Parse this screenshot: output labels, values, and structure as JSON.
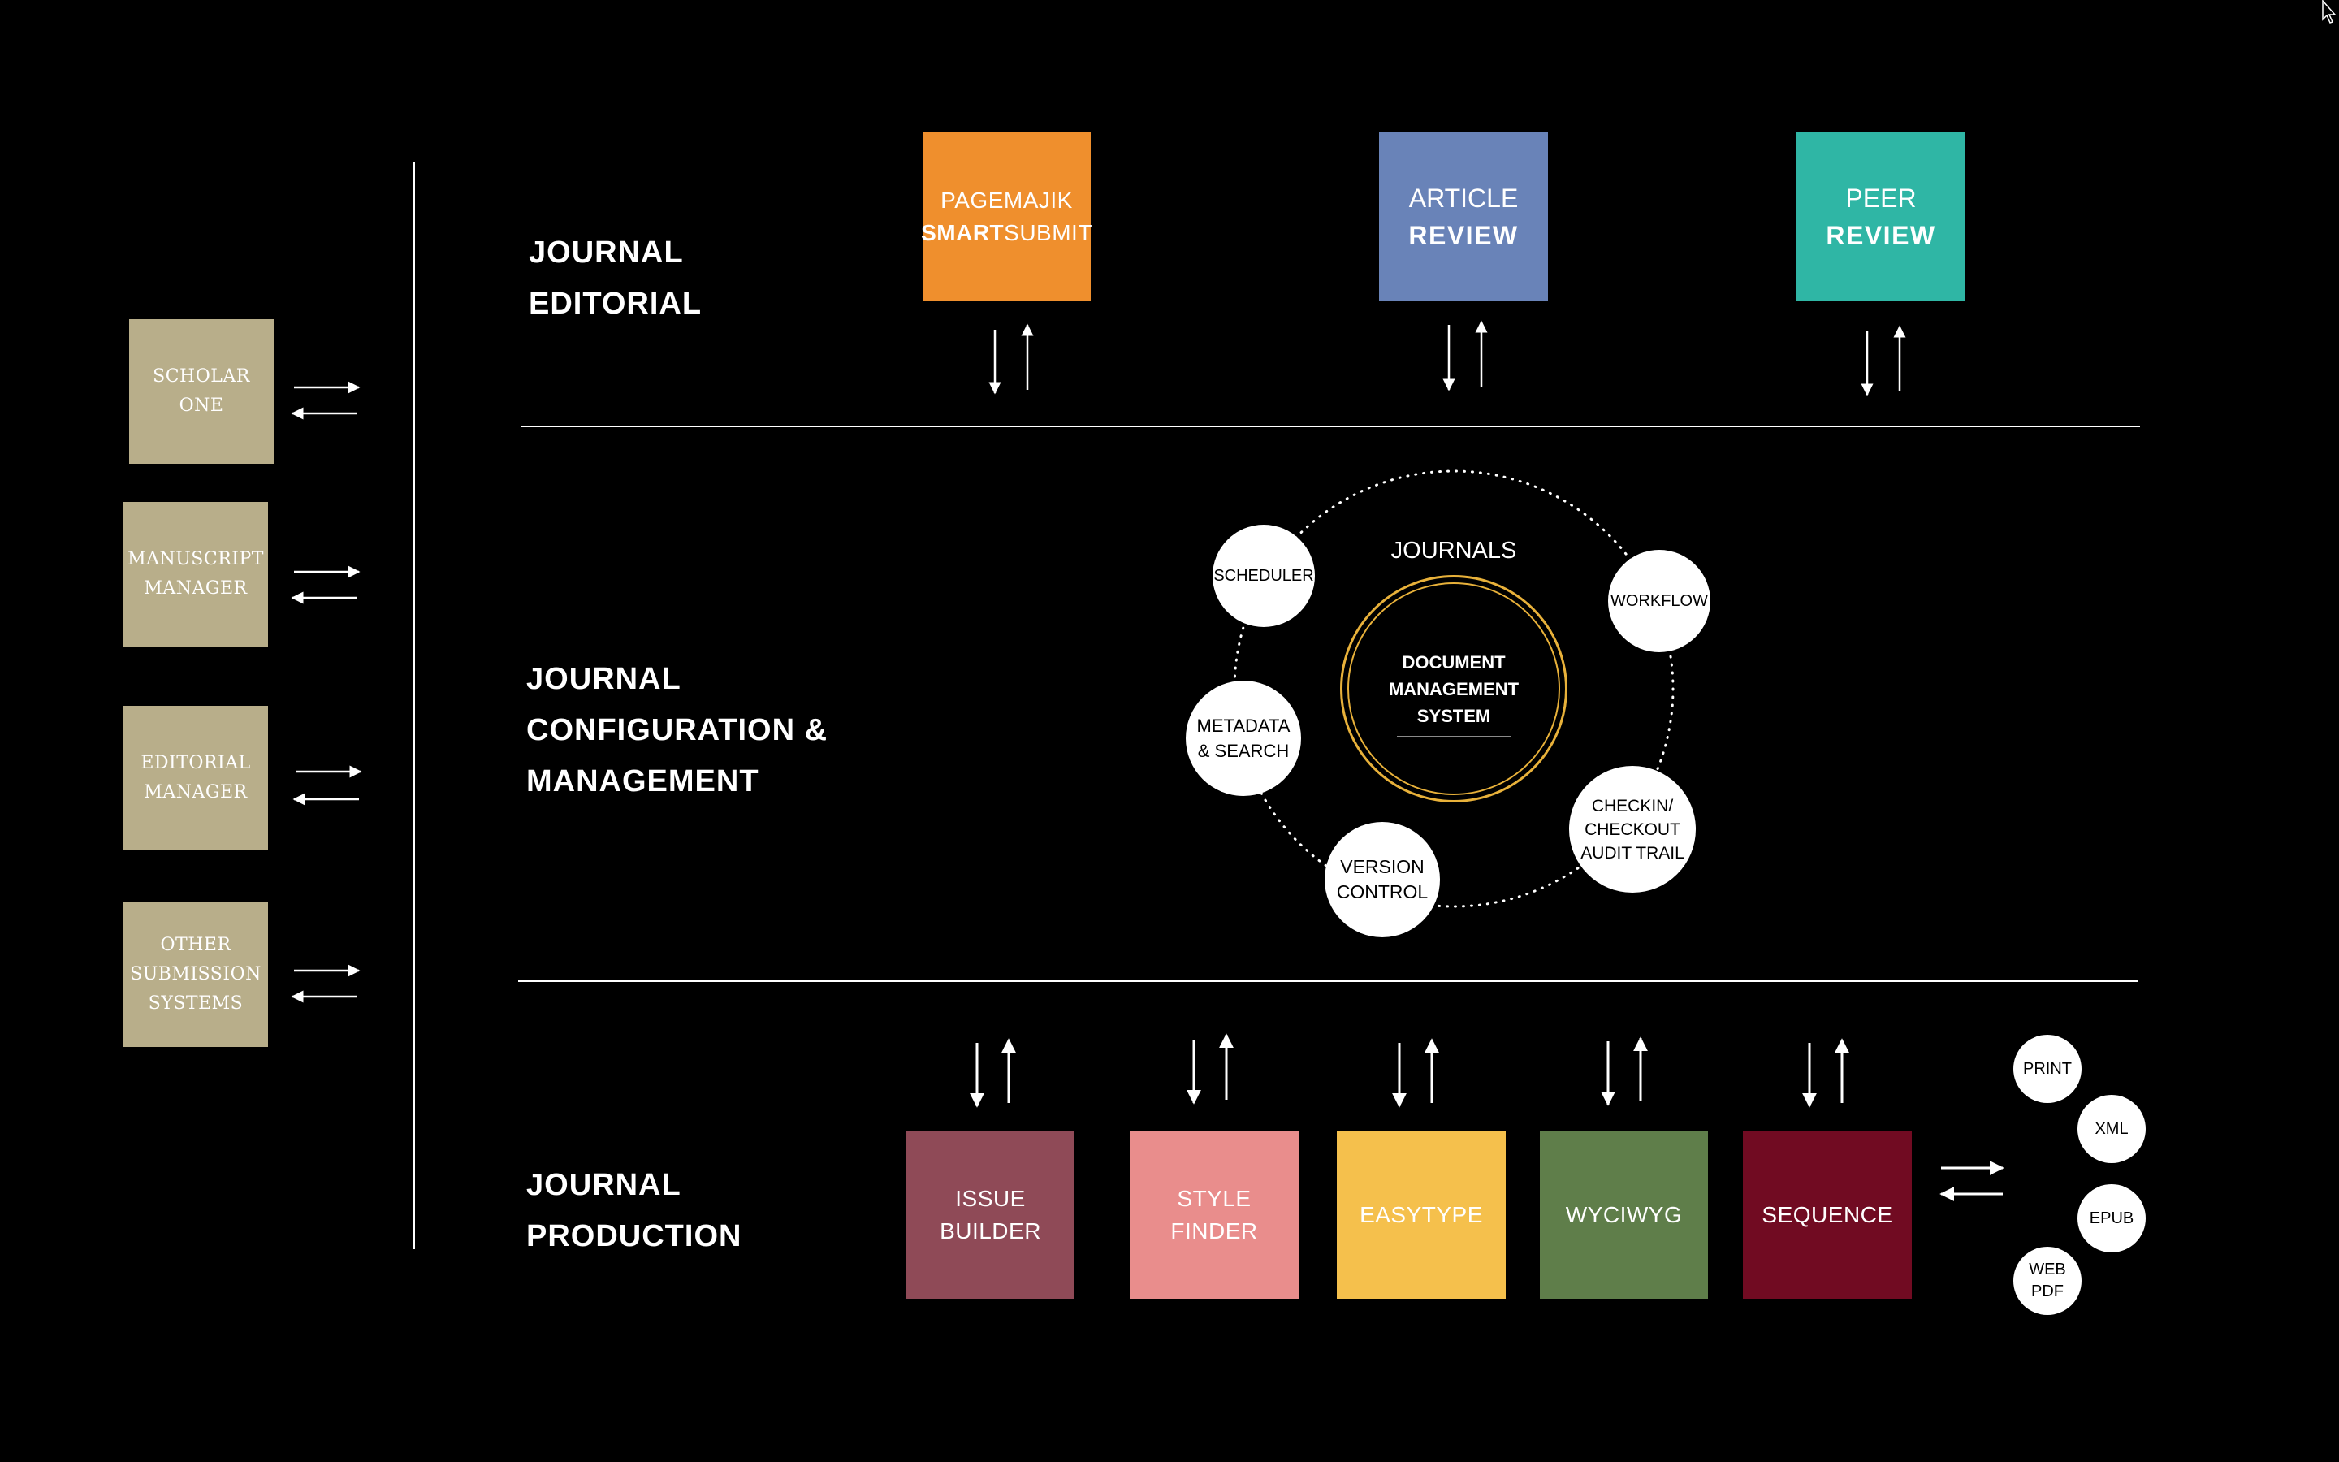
{
  "colors": {
    "background": "#000000",
    "submission_box": "#b8ae8a",
    "smartsubmit": "#ef8f2d",
    "article_review": "#6983b8",
    "peer_review": "#2fb6a5",
    "issue_builder": "#8f4a57",
    "style_finder": "#e98d8c",
    "easytype": "#f5c04c",
    "wyciwyg": "#5f7e4a",
    "sequence": "#710b22",
    "dms_ring": "#e8b13a"
  },
  "submission_systems": [
    {
      "line1": "SCHOLAR",
      "line2": "ONE",
      "line3": ""
    },
    {
      "line1": "MANUSCRIPT",
      "line2": "MANAGER",
      "line3": ""
    },
    {
      "line1": "EDITORIAL",
      "line2": "MANAGER",
      "line3": ""
    },
    {
      "line1": "OTHER",
      "line2": "SUBMISSION",
      "line3": "SYSTEMS"
    }
  ],
  "sections": {
    "editorial": {
      "line1": "JOURNAL",
      "line2": "EDITORIAL"
    },
    "configuration": {
      "line1": "JOURNAL",
      "line2": "CONFIGURATION &",
      "line3": "MANAGEMENT"
    },
    "production": {
      "line1": "JOURNAL",
      "line2": "PRODUCTION"
    }
  },
  "editorial_modules": [
    {
      "line1": "PAGEMAJIK",
      "line2_bold": "SMART",
      "line2_rest": "SUBMIT",
      "icon": "smartsubmit"
    },
    {
      "line1": "ARTICLE",
      "line2": "REVIEW"
    },
    {
      "line1": "PEER",
      "line2": "REVIEW"
    }
  ],
  "dms": {
    "label": "JOURNALS",
    "line1": "DOCUMENT",
    "line2": "MANAGEMENT",
    "line3": "SYSTEM"
  },
  "satellites": {
    "scheduler": "SCHEDULER",
    "workflow": "WORKFLOW",
    "metadata": {
      "line1": "METADATA",
      "line2": "& SEARCH"
    },
    "checkin": {
      "line1": "CHECKIN/",
      "line2": "CHECKOUT",
      "line3": "AUDIT TRAIL"
    },
    "version": {
      "line1": "VERSION",
      "line2": "CONTROL"
    }
  },
  "production_modules": [
    {
      "line1": "ISSUE",
      "line2": "BUILDER"
    },
    {
      "line1": "STYLE",
      "line2": "FINDER"
    },
    {
      "line1": "EASYTYPE",
      "line2": ""
    },
    {
      "line1": "WYCIWYG",
      "line2": ""
    },
    {
      "line1": "SEQUENCE",
      "line2": ""
    }
  ],
  "outputs": {
    "print": "PRINT",
    "xml": "XML",
    "epub": "EPUB",
    "webpdf": {
      "line1": "WEB",
      "line2": "PDF"
    }
  }
}
